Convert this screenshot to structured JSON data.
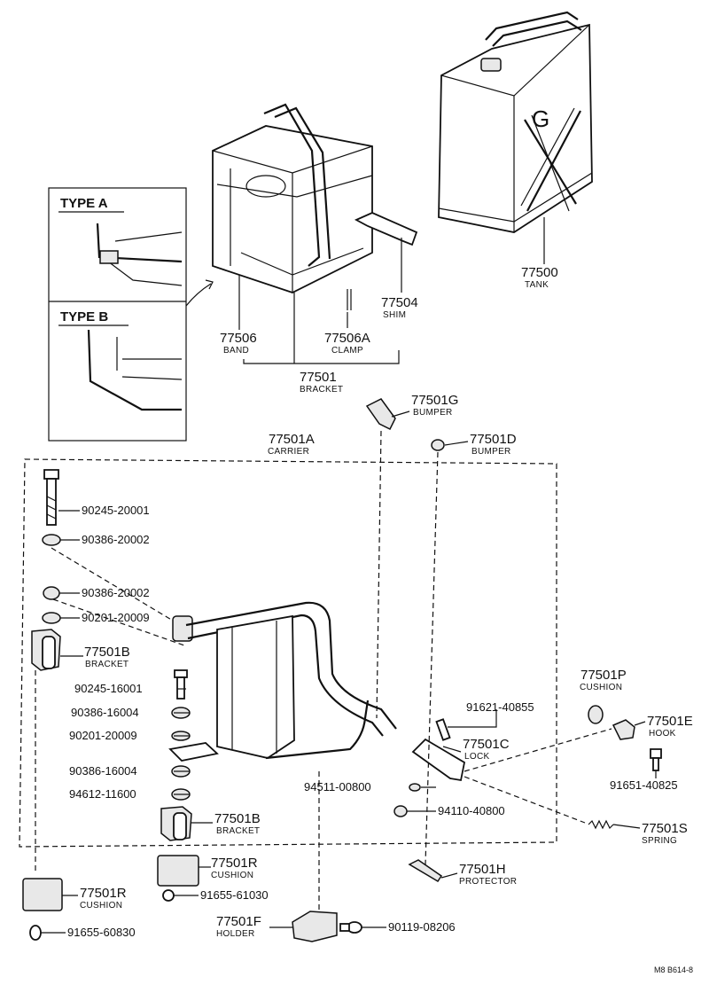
{
  "inset_types": [
    "TYPE  A",
    "TYPE  B"
  ],
  "callouts": [
    {
      "number": "77500",
      "label": "TANK"
    },
    {
      "number": "77504",
      "label": "SHIM"
    },
    {
      "number": "77506",
      "label": "BAND"
    },
    {
      "number": "77506A",
      "label": "CLAMP"
    },
    {
      "number": "77501",
      "label": "BRACKET"
    },
    {
      "number": "77501G",
      "label": "BUMPER"
    },
    {
      "number": "77501A",
      "label": "CARRIER"
    },
    {
      "number": "77501D",
      "label": "BUMPER"
    },
    {
      "number": "77501B",
      "label": "BRACKET"
    },
    {
      "number": "77501P",
      "label": "CUSHION"
    },
    {
      "number": "77501E",
      "label": "HOOK"
    },
    {
      "number": "77501C",
      "label": "LOCK"
    },
    {
      "number": "77501B",
      "label": "BRACKET"
    },
    {
      "number": "77501S",
      "label": "SPRING"
    },
    {
      "number": "77501R",
      "label": "CUSHION"
    },
    {
      "number": "77501H",
      "label": "PROTECTOR"
    },
    {
      "number": "77501R",
      "label": "CUSHION"
    },
    {
      "number": "77501F",
      "label": "HOLDER"
    }
  ],
  "part_numbers": [
    "90245-20001",
    "90386-20002",
    "90386-20002",
    "90201-20009",
    "90245-16001",
    "90386-16004",
    "90201-20009",
    "90386-16004",
    "94612-11600",
    "91621-40855",
    "94511-00800",
    "94110-40800",
    "91651-40825",
    "91655-61030",
    "91655-60830",
    "90119-08206"
  ],
  "drawing_code": "M8  B614-8",
  "tank_emblem": "G"
}
